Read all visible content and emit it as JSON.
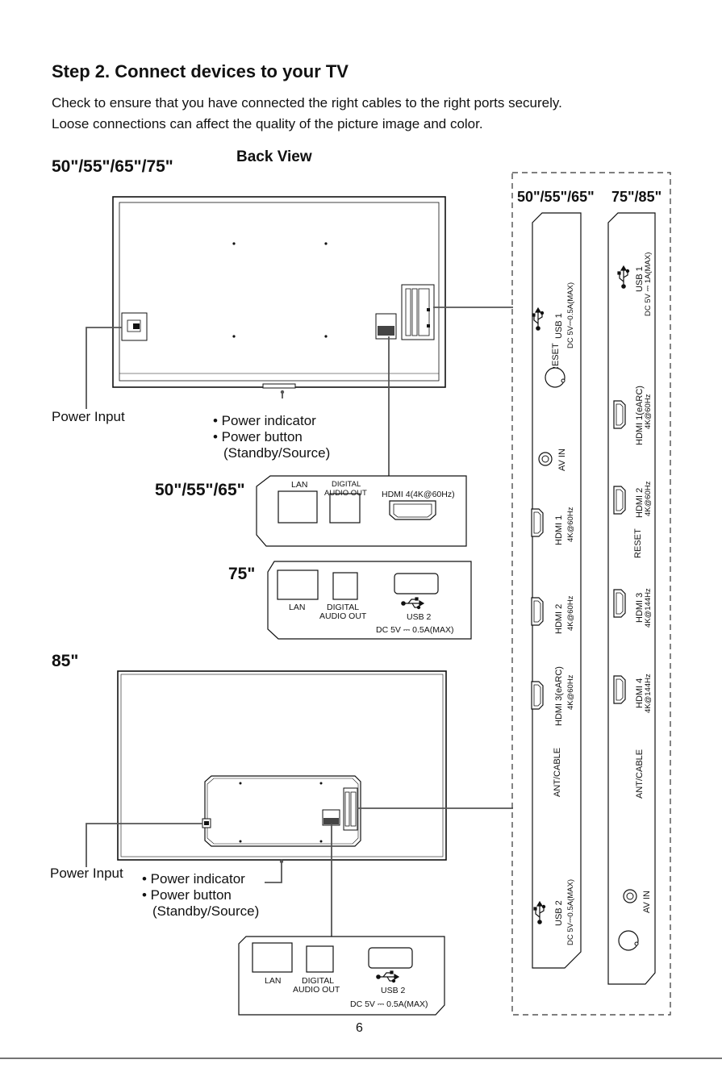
{
  "header": {
    "title": "Step 2. Connect devices to your TV",
    "intro_line1": "Check to ensure that you have connected the right cables to the right ports securely.",
    "intro_line2": "Loose connections can affect the quality of the picture image and color."
  },
  "top_section": {
    "size_label": "50\"/55\"/65\"/75\"",
    "view_label": "Back View",
    "power_input": "Power Input",
    "power_indicator": "• Power indicator",
    "power_button": "• Power button",
    "standby_source": "(Standby/Source)"
  },
  "panel_50_65": {
    "label": "50\"/55\"/65\"",
    "lan": "LAN",
    "digital": "DIGITAL",
    "audio_out": "AUDIO OUT",
    "hdmi4": "HDMI 4(4K@60Hz)"
  },
  "panel_75": {
    "label": "75\"",
    "lan": "LAN",
    "digital": "DIGITAL",
    "audio_out": "AUDIO OUT",
    "usb2": "USB 2",
    "usb_power": "DC 5V ⎓ 0.5A(MAX)"
  },
  "bottom_section": {
    "size_label": "85\"",
    "power_input": "Power Input",
    "power_indicator": "• Power indicator",
    "power_button": "• Power button",
    "standby_source": "(Standby/Source)"
  },
  "panel_85": {
    "lan": "LAN",
    "digital": "DIGITAL",
    "audio_out": "AUDIO OUT",
    "usb2": "USB 2",
    "usb_power": "DC 5V ⎓ 0.5A(MAX)"
  },
  "side_panel_a": {
    "header": "50\"/55\"/65\"",
    "usb1": "USB 1",
    "usb1_power": "DC 5V⎓0.5A(MAX)",
    "reset": "RESET",
    "av_in": "AV IN",
    "hdmi1": "HDMI 1",
    "hdmi1_spec": "4K@60Hz",
    "hdmi2": "HDMI 2",
    "hdmi2_spec": "4K@60Hz",
    "hdmi3": "HDMI 3(eARC)",
    "hdmi3_spec": "4K@60Hz",
    "ant_cable": "ANT/CABLE",
    "usb2": "USB 2",
    "usb2_power": "DC 5V⎓0.5A(MAX)"
  },
  "side_panel_b": {
    "header": "75\"/85\"",
    "usb1": "USB 1",
    "usb1_power": "DC 5V ⎓ 1A(MAX)",
    "hdmi1": "HDMI 1(eARC)",
    "hdmi1_spec": "4K@60Hz",
    "hdmi2": "HDMI 2",
    "hdmi2_spec": "4K@60Hz",
    "reset": "RESET",
    "hdmi3": "HDMI 3",
    "hdmi3_spec": "4K@144Hz",
    "hdmi4": "HDMI 4",
    "hdmi4_spec": "4K@144Hz",
    "ant_cable": "ANT/CABLE",
    "av_in": "AV IN"
  },
  "footer": {
    "page_number": "6"
  }
}
